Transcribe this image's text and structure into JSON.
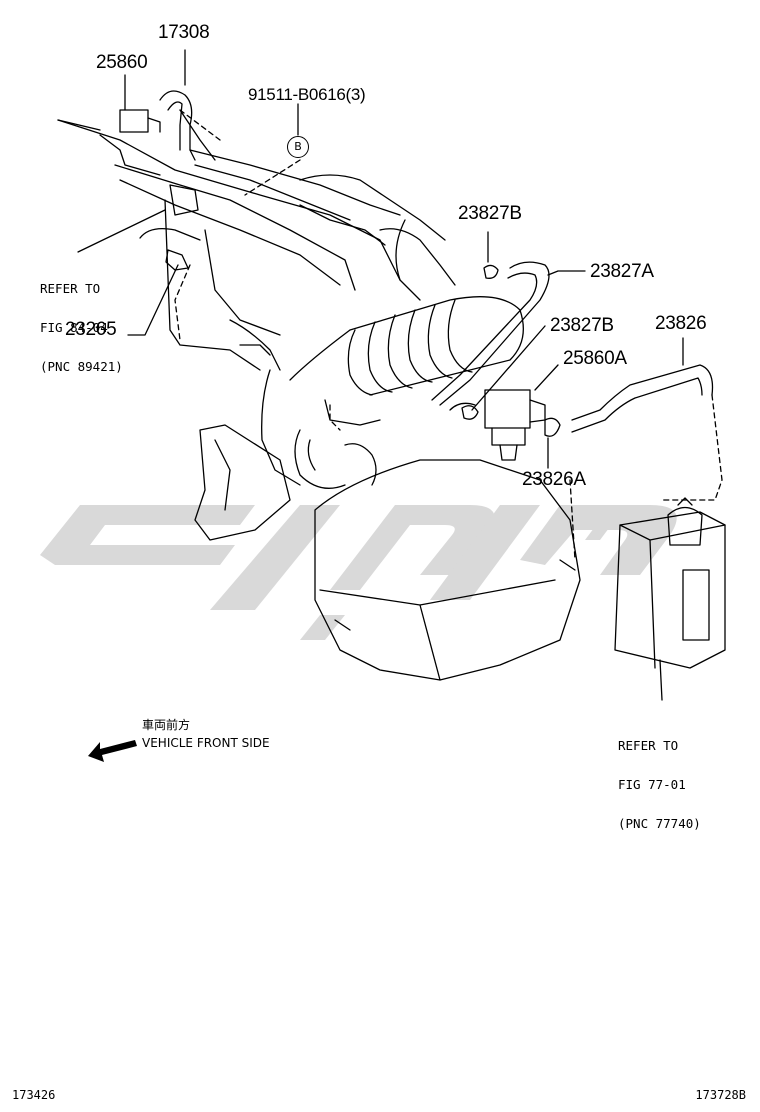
{
  "labels": {
    "p17308": "17308",
    "p25860": "25860",
    "p91511": "91511-B0616(3)",
    "p23827B_top": "23827B",
    "p23827A": "23827A",
    "p23827B_mid": "23827B",
    "p23826": "23826",
    "p25860A": "25860A",
    "p23826A": "23826A",
    "p23265": "23265"
  },
  "marker_b": "B",
  "refer_left": {
    "line1": "REFER TO",
    "line2": "FIG 84-04",
    "line3": "(PNC 89421)"
  },
  "refer_right": {
    "line1": "REFER TO",
    "line2": "FIG 77-01",
    "line3": "(PNC 77740)"
  },
  "direction": {
    "jp": "車両前方",
    "en": "VEHICLE FRONT SIDE"
  },
  "footer": {
    "left": "173426",
    "right": "173728B"
  },
  "colors": {
    "line": "#000000",
    "watermark": "#d8d8d8"
  }
}
